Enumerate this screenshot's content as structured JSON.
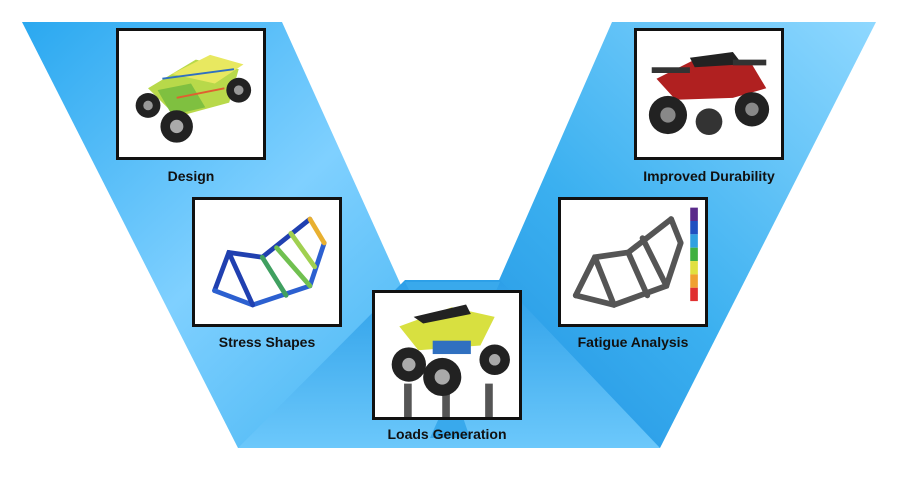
{
  "stages": [
    {
      "id": "design",
      "label": "Design",
      "image": "atv-cad-model-icon"
    },
    {
      "id": "stress",
      "label": "Stress Shapes",
      "image": "frame-stress-shapes-icon"
    },
    {
      "id": "loads",
      "label": "Loads Generation",
      "image": "atv-test-rig-icon"
    },
    {
      "id": "fatigue",
      "label": "Fatigue Analysis",
      "image": "frame-fatigue-contour-icon"
    },
    {
      "id": "durability",
      "label": "Improved Durability",
      "image": "red-atv-photo-icon"
    }
  ],
  "colors": {
    "v_light": "#7fd0ff",
    "v_mid": "#3bb0f0",
    "v_dark": "#1f8fe0",
    "frame_border": "#111111"
  }
}
